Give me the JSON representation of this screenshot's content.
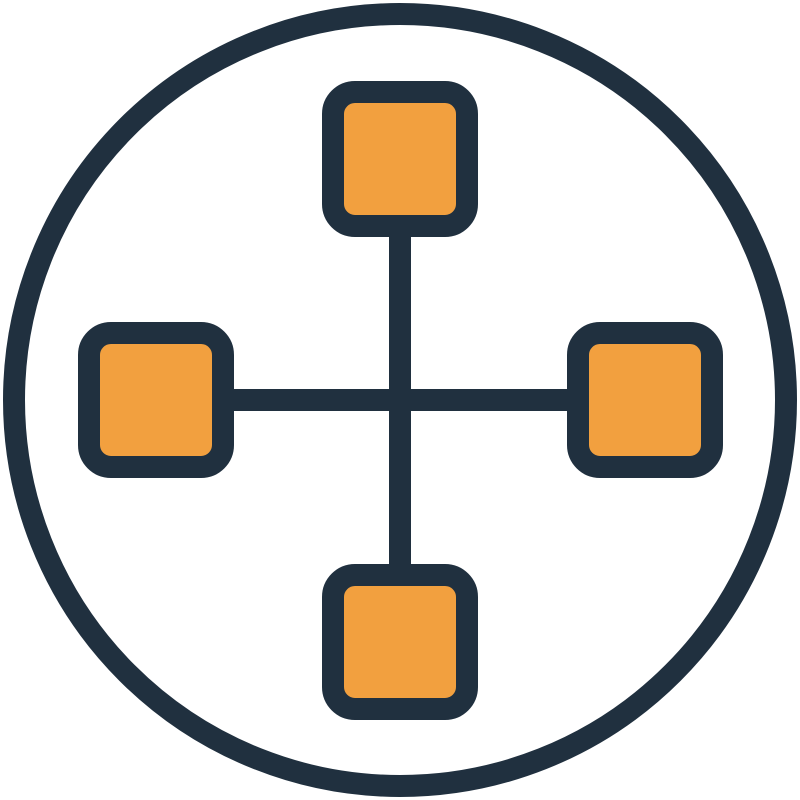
{
  "icon": {
    "name": "network-hub-icon",
    "colors": {
      "stroke": "#20303f",
      "node_fill": "#f2a03f",
      "background": "#ffffff"
    },
    "nodes": [
      "top",
      "left",
      "right",
      "bottom"
    ]
  }
}
